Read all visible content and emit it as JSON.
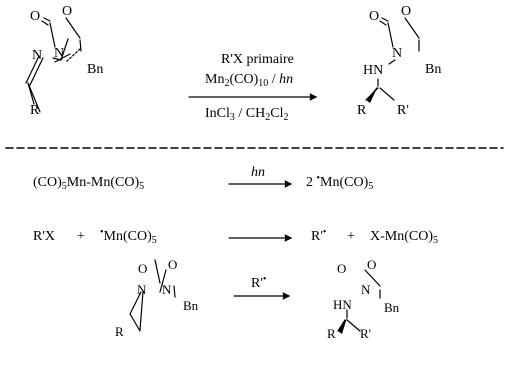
{
  "top_reaction": {
    "reactant": {
      "ring_o": "O",
      "carbonyl_o": "O",
      "ring_n": "N",
      "imine_n": "N",
      "substituent": "Bn",
      "r_group": "R"
    },
    "conditions": {
      "line1": "R'X primaire",
      "line2_main": "Mn",
      "line2_sub1": "2",
      "line2_mid": "(CO)",
      "line2_sub2": "10",
      "line2_sep": " / ",
      "line2_light": "hn",
      "line3_a": "InCl",
      "line3_sub1": "3",
      "line3_b": " / CH",
      "line3_sub2": "2",
      "line3_c": "Cl",
      "line3_sub3": "2"
    },
    "product": {
      "ring_o": "O",
      "carbonyl_o": "O",
      "ring_n": "N",
      "hn": "HN",
      "substituent": "Bn",
      "r_group": "R",
      "r_prime": "R'"
    }
  },
  "mechanism": {
    "step1": {
      "reactant_a": "(CO)",
      "reactant_sub1": "5",
      "reactant_b": "Mn-Mn(CO)",
      "reactant_sub2": "5",
      "arrow_label": "hn",
      "product_coef": "2 ",
      "product_dot": "•",
      "product_a": "Mn(CO)",
      "product_sub": "5"
    },
    "step2": {
      "reactant_a": "R'X",
      "plus": "+",
      "radical_dot": "•",
      "reactant_b": "Mn(CO)",
      "reactant_sub": "5",
      "product_a": "R'",
      "product_dot": "•",
      "plus2": "+",
      "product_b": "X-Mn(CO)",
      "product_sub": "5"
    },
    "step3": {
      "arrow_label": "R'",
      "arrow_label_dot": "•",
      "reactant": {
        "ring_o": "O",
        "carbonyl_o": "O",
        "ring_n": "N",
        "imine_n": "N",
        "substituent": "Bn",
        "r_group": "R"
      },
      "product": {
        "ring_o": "O",
        "carbonyl_o": "O",
        "ring_n": "N",
        "hn": "HN",
        "substituent": "Bn",
        "r_group": "R",
        "r_prime": "R'"
      }
    }
  }
}
